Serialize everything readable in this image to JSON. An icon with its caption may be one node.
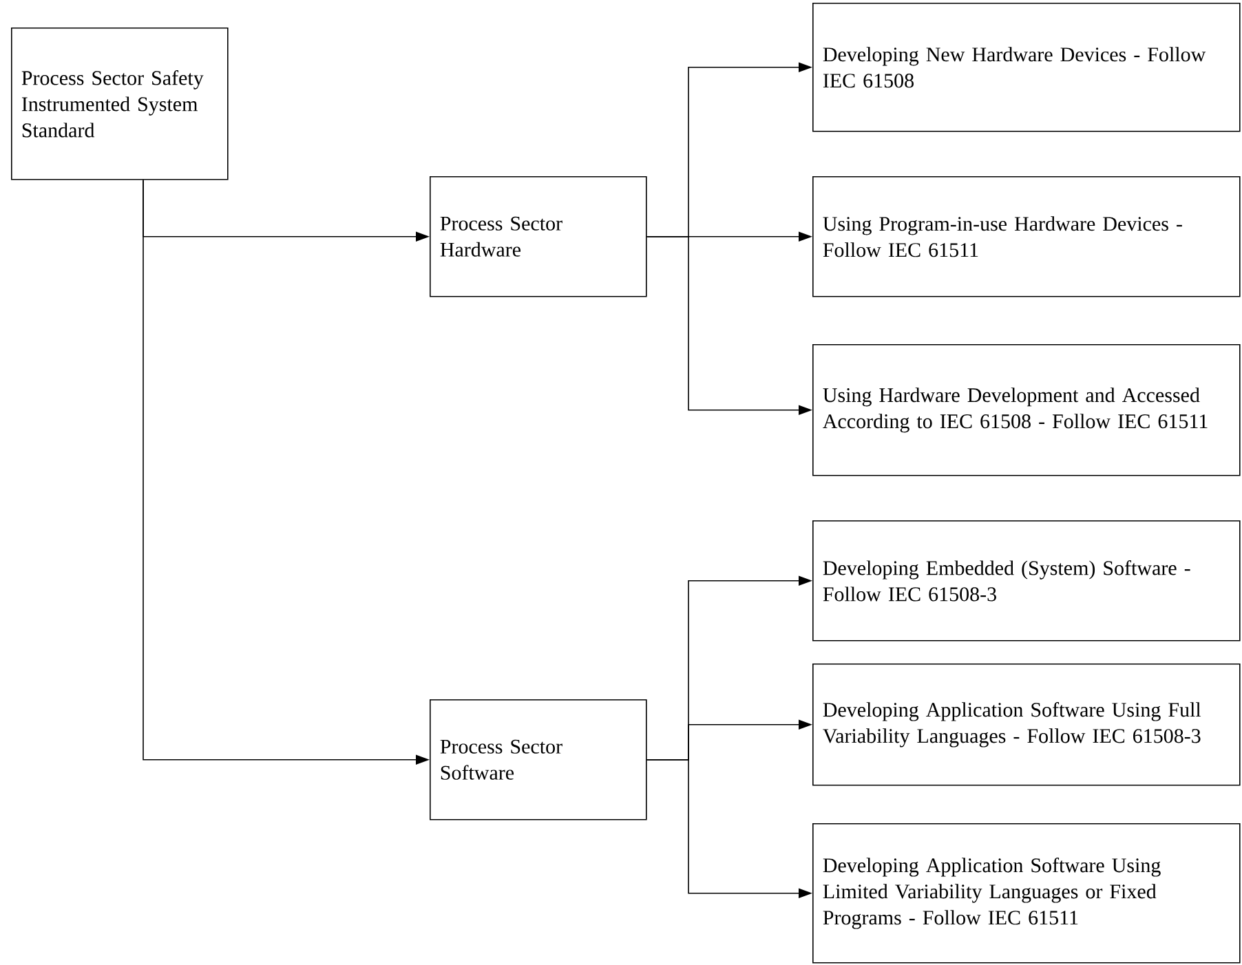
{
  "diagram": {
    "nodes": [
      {
        "text": [
          "Process Sector Safety Instrumented System Standard"
        ]
      },
      {
        "text": [
          "Process Sector Hardware"
        ]
      },
      {
        "text": [
          "Process Sector Software"
        ]
      },
      {
        "text": [
          "Developing New Hardware Devices - Follow IEC 61508"
        ]
      },
      {
        "text": [
          "Using Program-in-use Hardware Devices - Follow IEC 61511"
        ]
      },
      {
        "text": [
          "Using Hardware Development and Accessed According to IEC 61508 - Follow IEC 61511"
        ]
      },
      {
        "text": [
          "Developing Embedded (System) Software - Follow IEC 61508-3"
        ]
      },
      {
        "text": [
          "Developing Application Software Using Full Variability Languages - Follow IEC 61508-3"
        ]
      },
      {
        "text": [
          "Developing Application Software Using Limited Variability Languages or Fixed Programs - Follow IEC 61511"
        ]
      }
    ],
    "edges": [
      {
        "from": 0,
        "to": 1,
        "arrow": "to"
      },
      {
        "from": 0,
        "to": 2,
        "arrow": "to"
      },
      {
        "from": 1,
        "to": 3,
        "arrow": "to"
      },
      {
        "from": 1,
        "to": 4,
        "arrow": "to"
      },
      {
        "from": 1,
        "to": 5,
        "arrow": "to"
      },
      {
        "from": 2,
        "to": 6,
        "arrow": "to"
      },
      {
        "from": 2,
        "to": 7,
        "arrow": "to"
      },
      {
        "from": 2,
        "to": 8,
        "arrow": "to"
      }
    ]
  }
}
